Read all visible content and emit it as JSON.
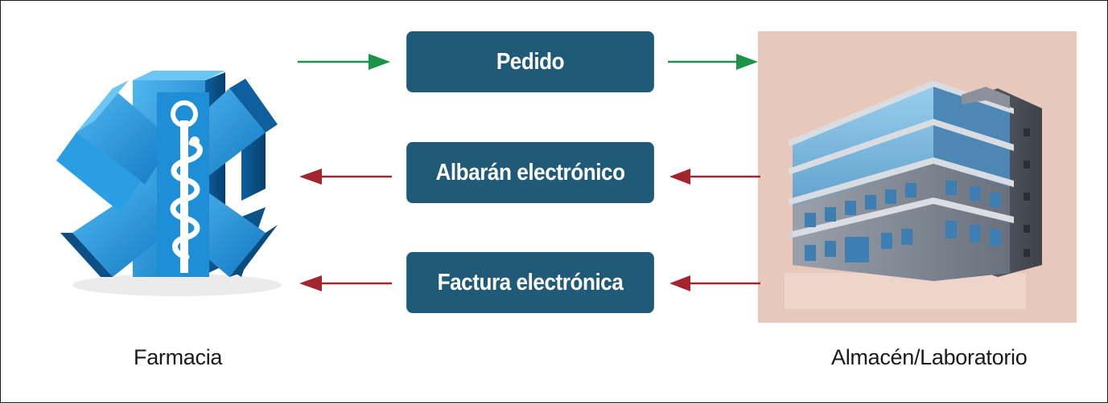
{
  "diagram": {
    "nodes": {
      "farmacia": {
        "label": "Farmacia",
        "icon": "star-of-life-icon"
      },
      "almacen": {
        "label": "Almacén/Laboratorio",
        "icon": "office-building-icon"
      }
    },
    "messages": [
      {
        "id": "pedido",
        "label": "Pedido",
        "direction": "farmacia-to-almacen",
        "color": "#1a9448"
      },
      {
        "id": "albaran",
        "label": "Albarán electrónico",
        "direction": "almacen-to-farmacia",
        "color": "#a3262f"
      },
      {
        "id": "factura",
        "label": "Factura electrónica",
        "direction": "almacen-to-farmacia",
        "color": "#a3262f"
      }
    ],
    "colors": {
      "box_fill": "#1f5b78",
      "box_text": "#ffffff",
      "building_background": "#e8c8bb",
      "symbol_blue": "#1e8fd6"
    }
  }
}
